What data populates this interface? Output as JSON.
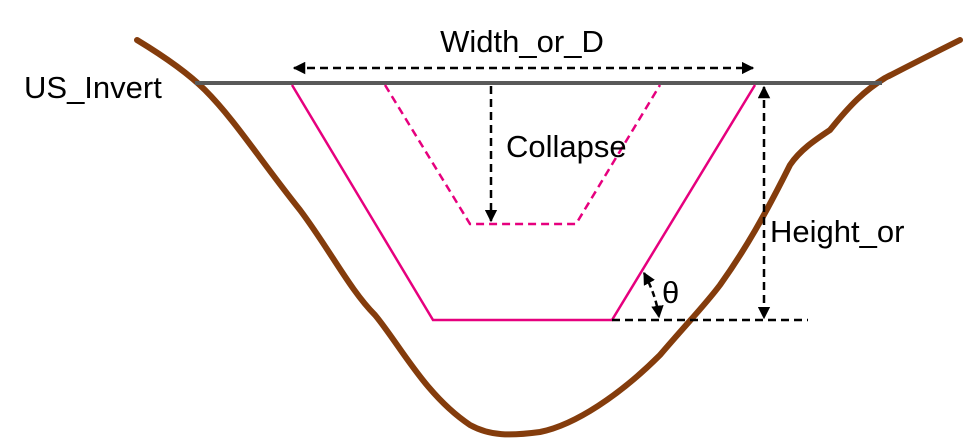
{
  "labels": {
    "width": "Width_or_D",
    "us_invert": "US_Invert",
    "collapse": "Collapse",
    "height": "Height_or",
    "theta": "θ"
  },
  "colors": {
    "ground": "#843C0C",
    "invert_line": "#595959",
    "culvert": "#E6007E",
    "dimension": "#000000"
  }
}
